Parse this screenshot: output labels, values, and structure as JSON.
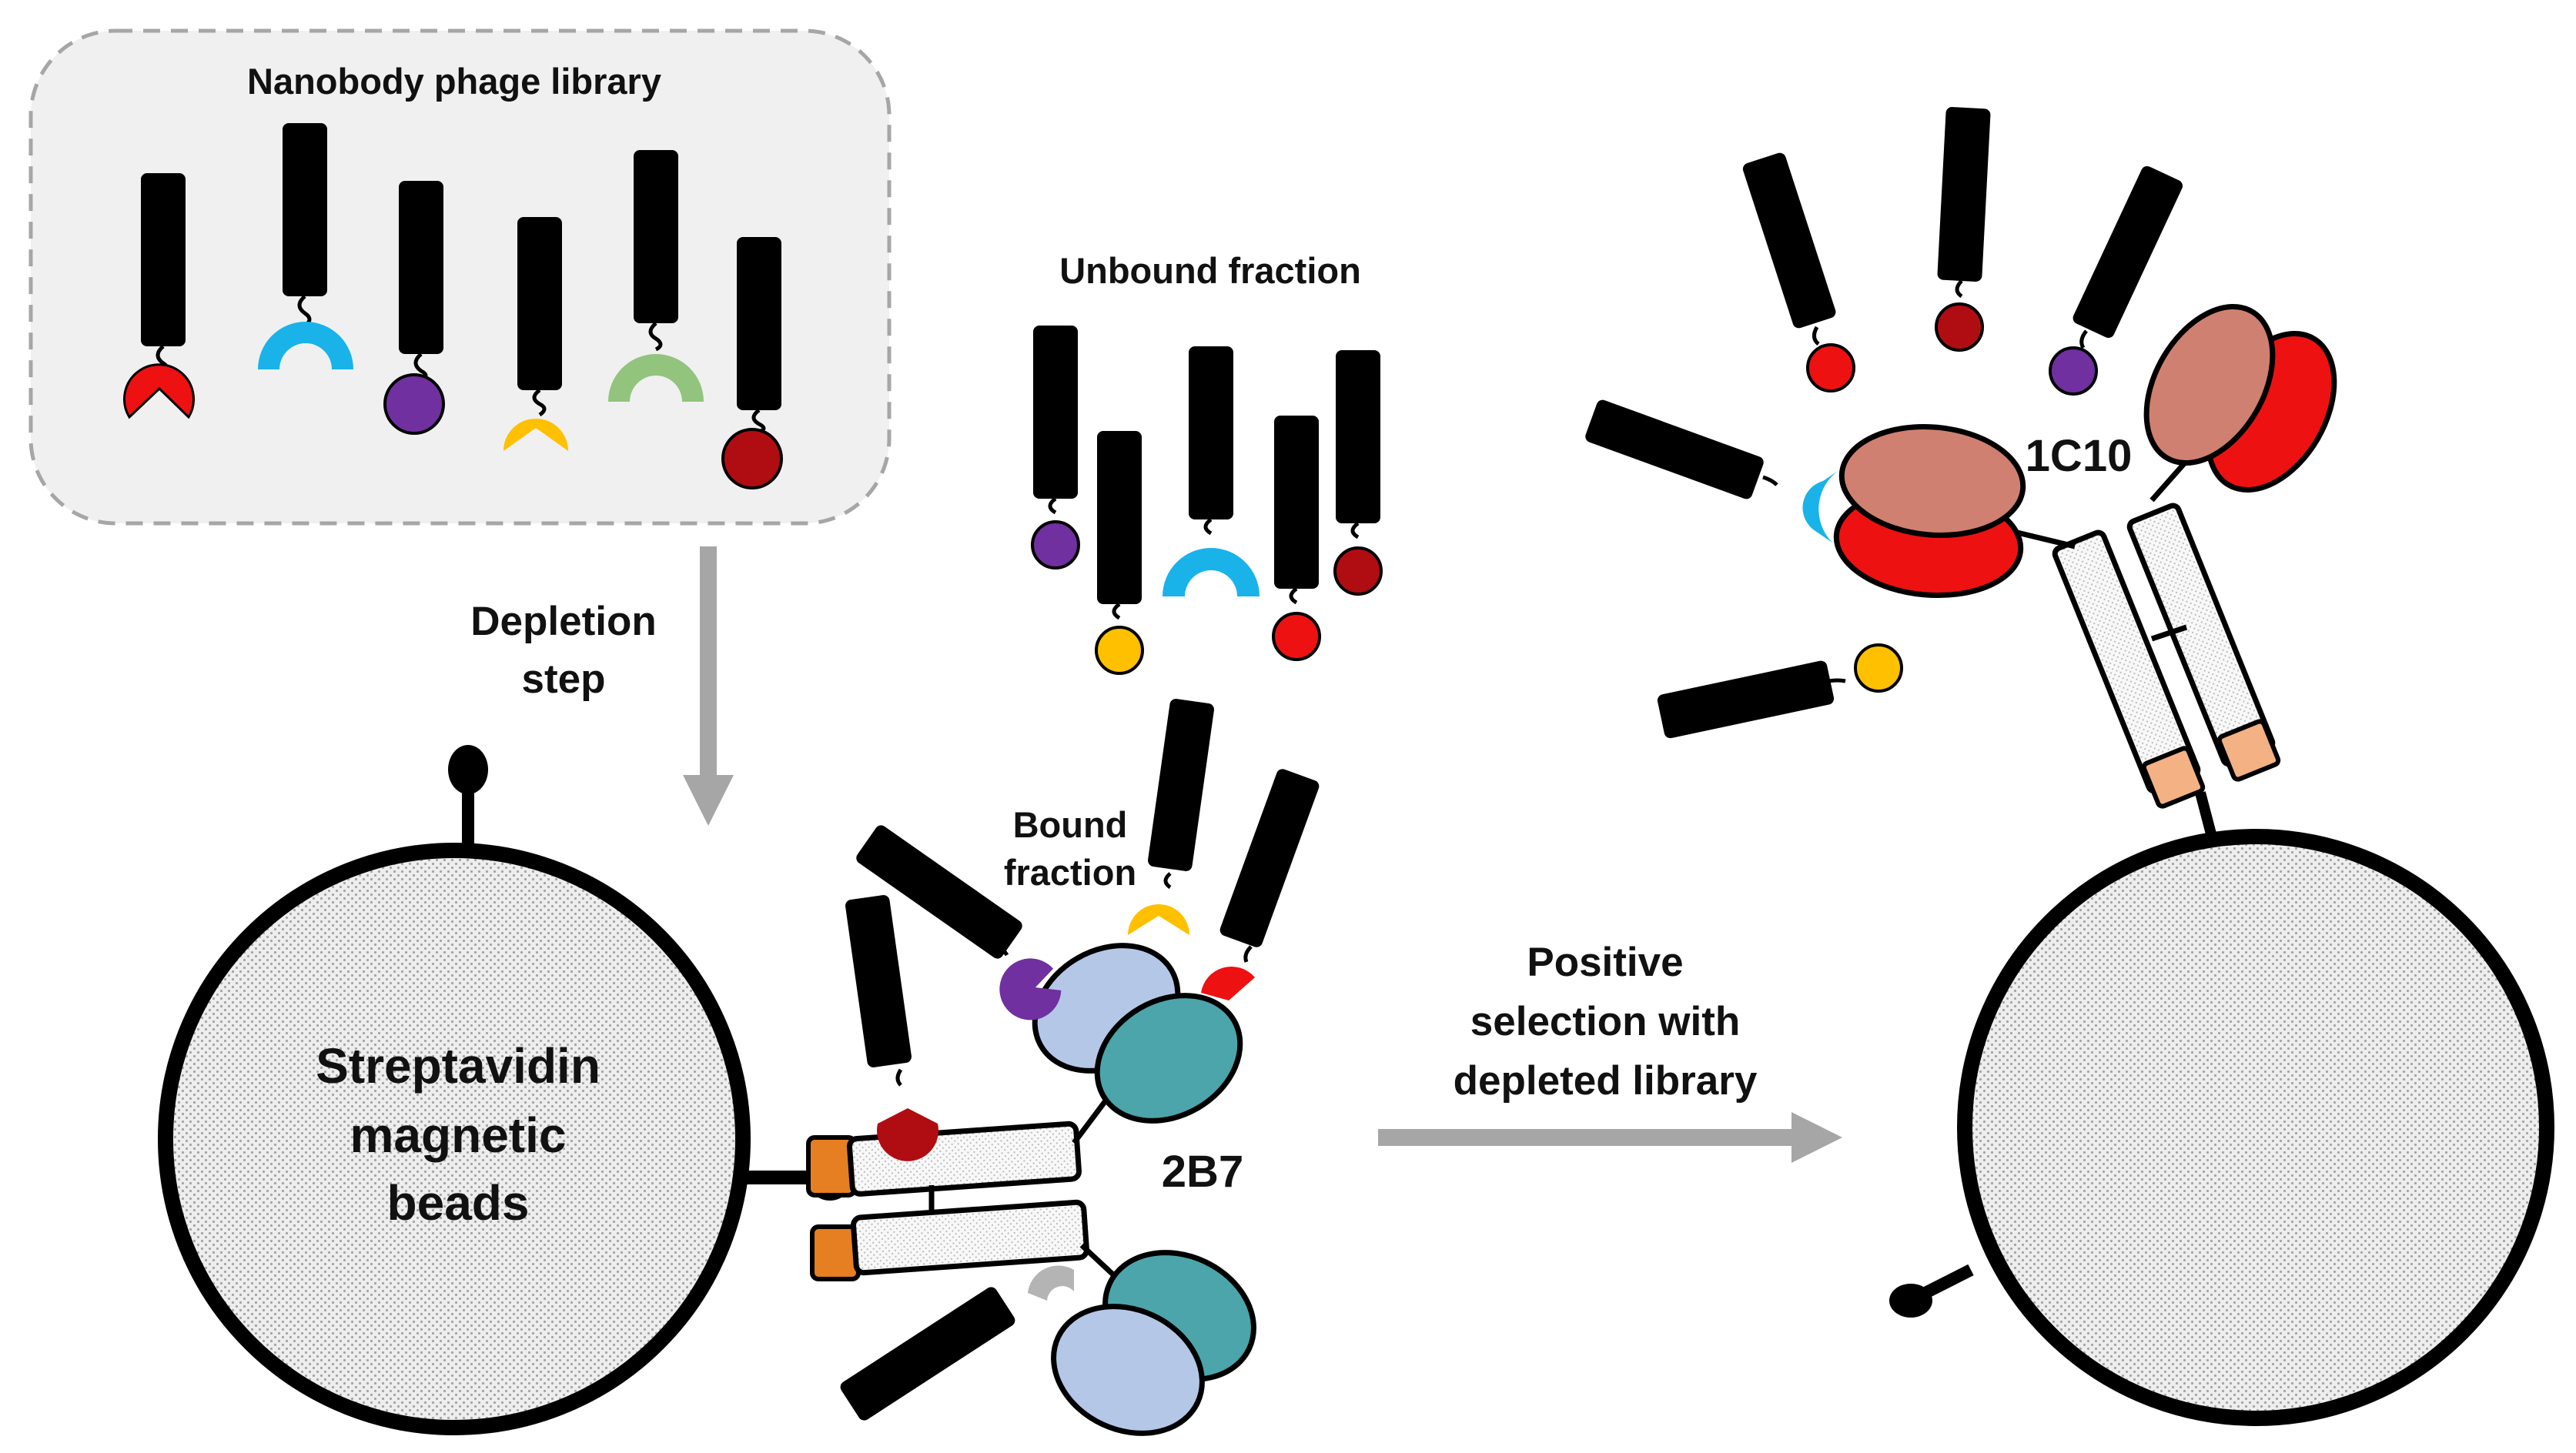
{
  "labels": {
    "library_title": "Nanobody phage library",
    "depletion_line1": "Depletion",
    "depletion_line2": "step",
    "unbound": "Unbound  fraction",
    "bound_line1": "Bound",
    "bound_line2": "fraction",
    "beads_line1": "Streptavidin",
    "beads_line2": "magnetic",
    "beads_line3": "beads",
    "antibody_left": "2B7",
    "antibody_right": "1C10",
    "positive_line1": "Positive",
    "positive_line2": "selection with",
    "positive_line3": "depleted library"
  },
  "colors": {
    "red": "#ee1111",
    "dark_red": "#b00d12",
    "purple": "#7030a0",
    "yellow": "#ffc000",
    "blue": "#19b3ea",
    "green": "#92c47d",
    "grey": "#b4b4b4",
    "light_blue": "#b4c7e7",
    "teal": "#4ba5ab",
    "salmon": "#d08070",
    "orange": "#e67e22",
    "peach": "#f4b183"
  },
  "icons": [
    "phage-icon",
    "bead-icon",
    "antibody-icon",
    "antigen-icon",
    "arrow-icon"
  ]
}
